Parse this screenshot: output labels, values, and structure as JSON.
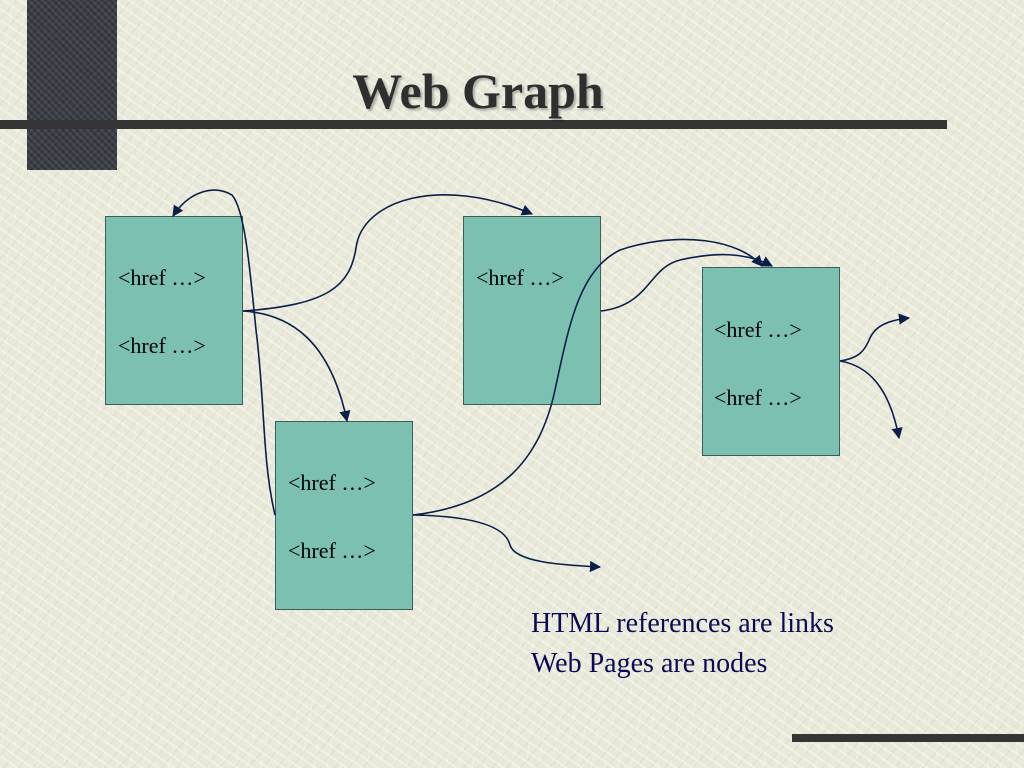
{
  "slide": {
    "title": "Web Graph"
  },
  "nodes": [
    {
      "links": [
        "<href …>",
        "<href …>"
      ]
    },
    {
      "links": [
        "<href …>"
      ]
    },
    {
      "links": [
        "<href …>",
        "<href …>"
      ]
    },
    {
      "links": [
        "<href …>",
        "<href …>"
      ]
    }
  ],
  "captions": [
    "HTML references are links",
    "Web Pages are nodes"
  ],
  "colors": {
    "node_fill": "#7cc0b2",
    "arrow": "#0b1f4a",
    "caption_text": "#0a0a55"
  }
}
